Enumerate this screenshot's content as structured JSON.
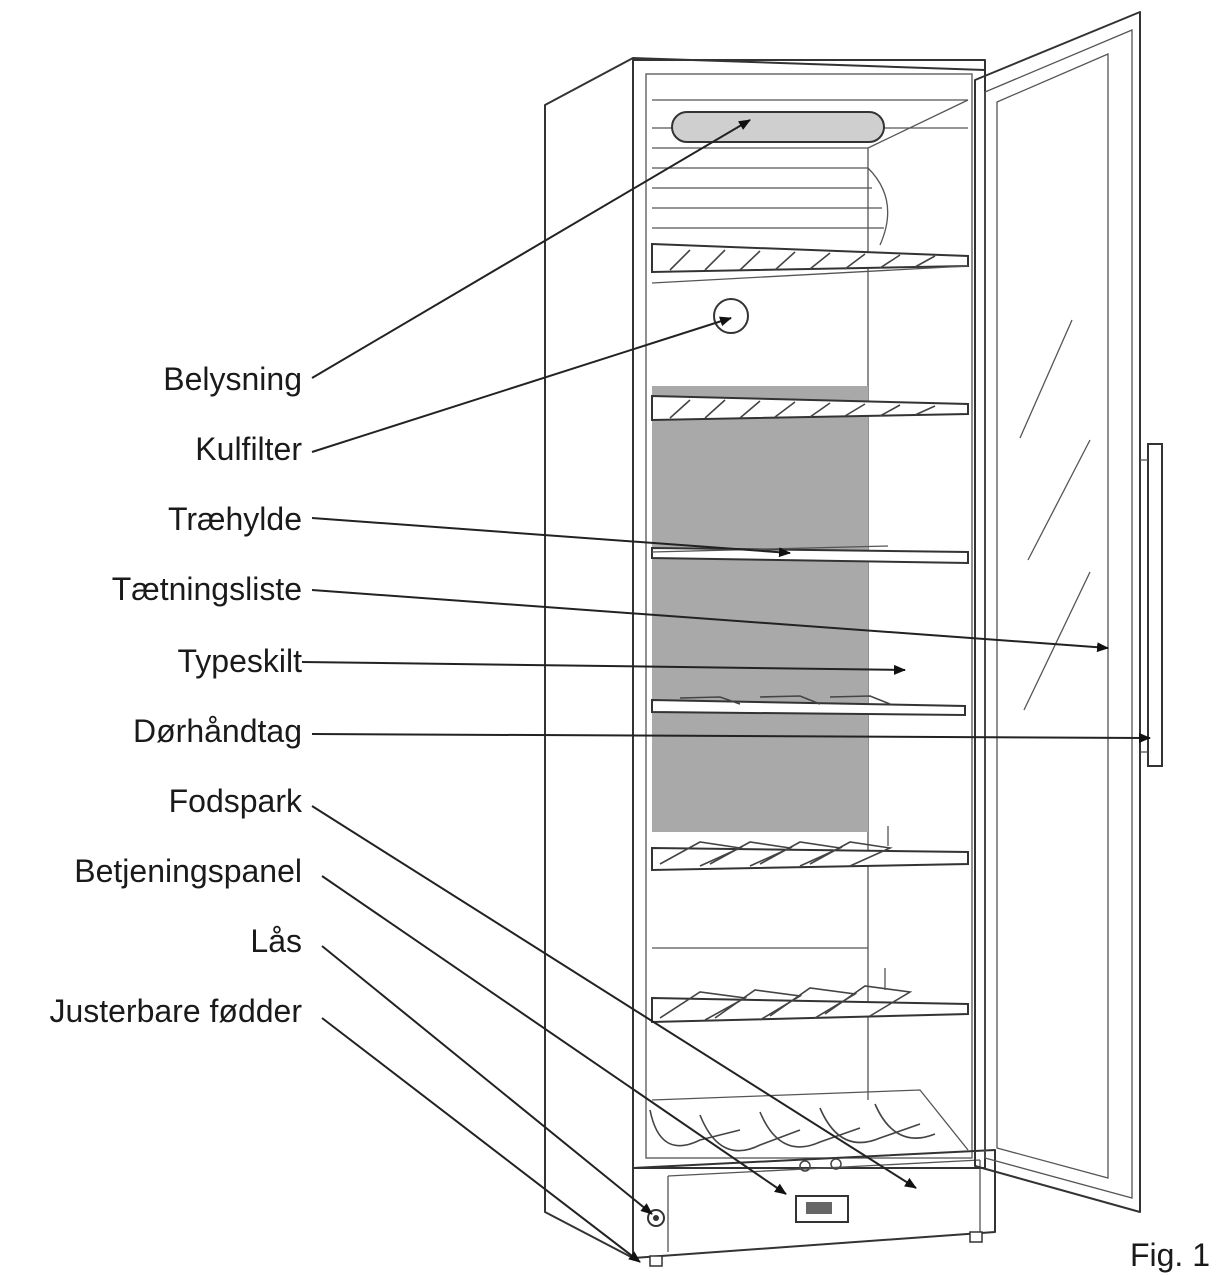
{
  "labels": {
    "belysning": "Belysning",
    "kulfilter": "Kulfilter",
    "traehylde": "Træhylde",
    "taetningsliste": "Tætningsliste",
    "typeskilt": "Typeskilt",
    "dorhandtag": "Dørhåndtag",
    "fodspark": "Fodspark",
    "betjeningspanel": "Betjeningspanel",
    "las": "Lås",
    "justerbare_fodder": "Justerbare fødder"
  },
  "figure_label": "Fig. 1",
  "colors": {
    "line": "#222222",
    "rear_panel": "#a9a9a9",
    "light_strip": "#cfcfcf",
    "background": "#ffffff"
  }
}
